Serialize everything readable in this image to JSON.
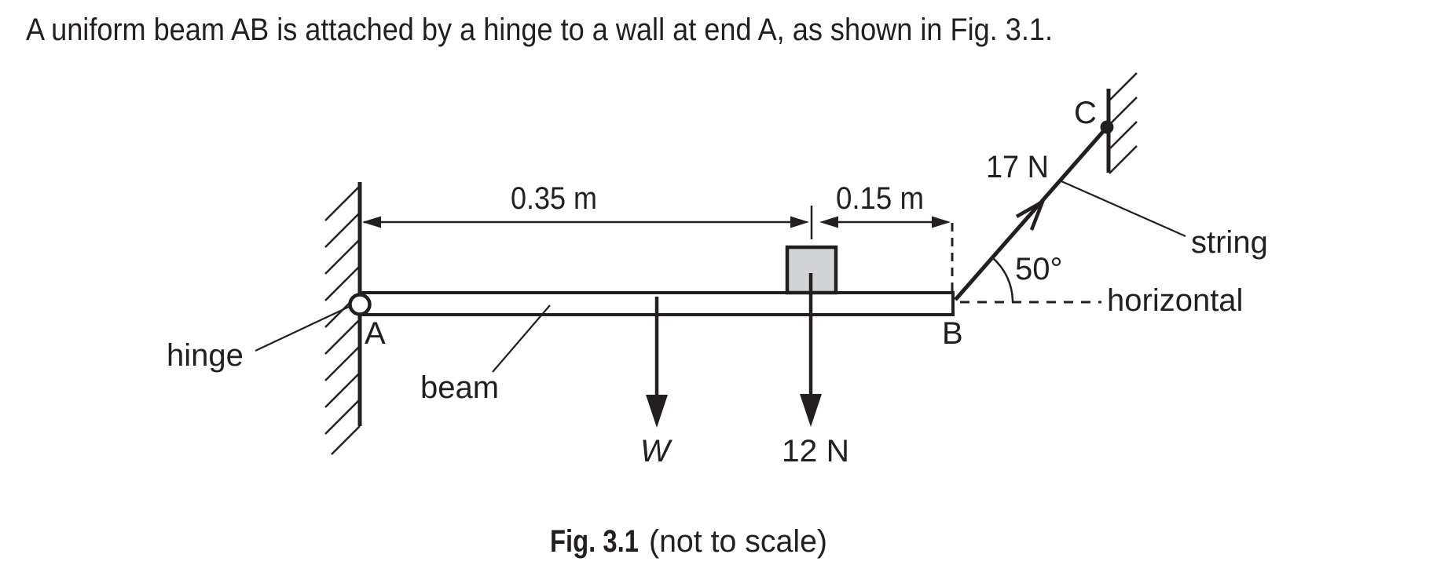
{
  "intro": {
    "text": "A uniform beam AB is attached by a hinge to a wall at end A, as shown in Fig. 3.1."
  },
  "figure": {
    "caption_title": "Fig. 3.1",
    "caption_note": "(not to scale)",
    "dimensions": {
      "left_span": "0.35 m",
      "right_span": "0.15 m"
    },
    "points": {
      "a": "A",
      "b": "B",
      "c": "C"
    },
    "part_labels": {
      "hinge": "hinge",
      "beam": "beam",
      "string": "string",
      "horizontal": "horizontal"
    },
    "forces": {
      "weight_label": "W",
      "load_label": "12 N",
      "tension_label": "17 N"
    },
    "angle_label": "50°",
    "colors": {
      "ink": "#231f20",
      "block_fill": "#d1d3d4",
      "background": "#ffffff"
    }
  }
}
